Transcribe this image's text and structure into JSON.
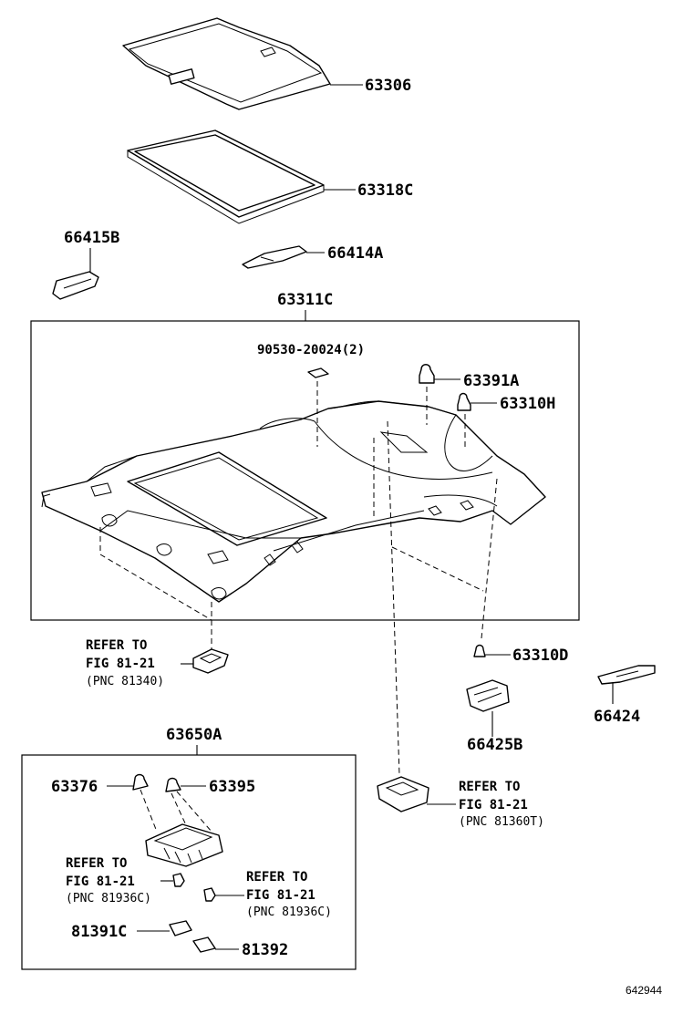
{
  "labels": {
    "p63306": "63306",
    "p63318c": "63318C",
    "p66415b": "66415B",
    "p66414a": "66414A",
    "p63311c": "63311C",
    "p90530": "90530-20024(2)",
    "p63391a": "63391A",
    "p63310h": "63310H",
    "p63310d": "63310D",
    "p66424": "66424",
    "p66425b": "66425B",
    "p63650a": "63650A",
    "p63376": "63376",
    "p63395": "63395",
    "p81391c": "81391C",
    "p81392": "81392"
  },
  "refs": {
    "ref_81340": {
      "line1": "REFER TO",
      "line2": "FIG 81-21",
      "line3": "(PNC 81340)"
    },
    "ref_81360t": {
      "line1": "REFER TO",
      "line2": "FIG 81-21",
      "line3": "(PNC 81360T)"
    },
    "ref_81936c_a": {
      "line1": "REFER TO",
      "line2": "FIG 81-21",
      "line3": "(PNC 81936C)"
    },
    "ref_81936c_b": {
      "line1": "REFER TO",
      "line2": "FIG 81-21",
      "line3": "(PNC 81936C)"
    }
  },
  "illustration_code": "642944"
}
